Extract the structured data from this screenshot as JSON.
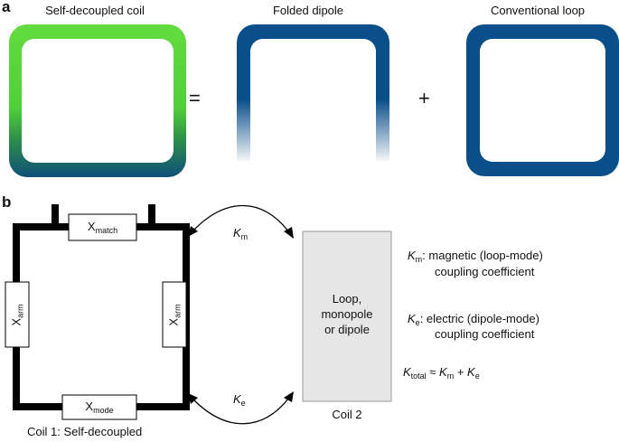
{
  "panel_a": {
    "label": "a",
    "coil_self_decoupled": "Self-decoupled coil",
    "coil_folded_dipole": "Folded dipole",
    "coil_conventional_loop": "Conventional loop",
    "equals_sign": "=",
    "plus_sign": "+",
    "colors": {
      "green": "#5dd73a",
      "blue": "#0b4f8a",
      "teal_bottom": "#0d6a73"
    }
  },
  "panel_b": {
    "label": "b",
    "x_match": "X",
    "x_match_sub": "match",
    "x_arm_left": "X",
    "x_arm_left_sub": "arm",
    "x_arm_right": "X",
    "x_arm_right_sub": "arm",
    "x_mode": "X",
    "x_mode_sub": "mode",
    "km_symbol": "K",
    "km_sub": "m",
    "ke_symbol": "K",
    "ke_sub": "e",
    "coil1_caption": "Coil 1: Self-decoupled",
    "coil2_text_line1": "Loop,",
    "coil2_text_line2": "monopole",
    "coil2_text_line3": "or dipole",
    "coil2_caption": "Coil 2",
    "legend_km_symbol": "K",
    "legend_km_sub": "m",
    "legend_km_line1": ": magnetic (loop-mode)",
    "legend_km_line2": "coupling coefficient",
    "legend_ke_symbol": "K",
    "legend_ke_sub": "e",
    "legend_ke_line1": ": electric (dipole-mode)",
    "legend_ke_line2": "coupling coefficient",
    "total_k": "K",
    "total_sub": "total",
    "total_approx": " ≈ ",
    "total_km": "K",
    "total_km_sub": "m",
    "total_plus": " + ",
    "total_ke": "K",
    "total_ke_sub": "e"
  }
}
